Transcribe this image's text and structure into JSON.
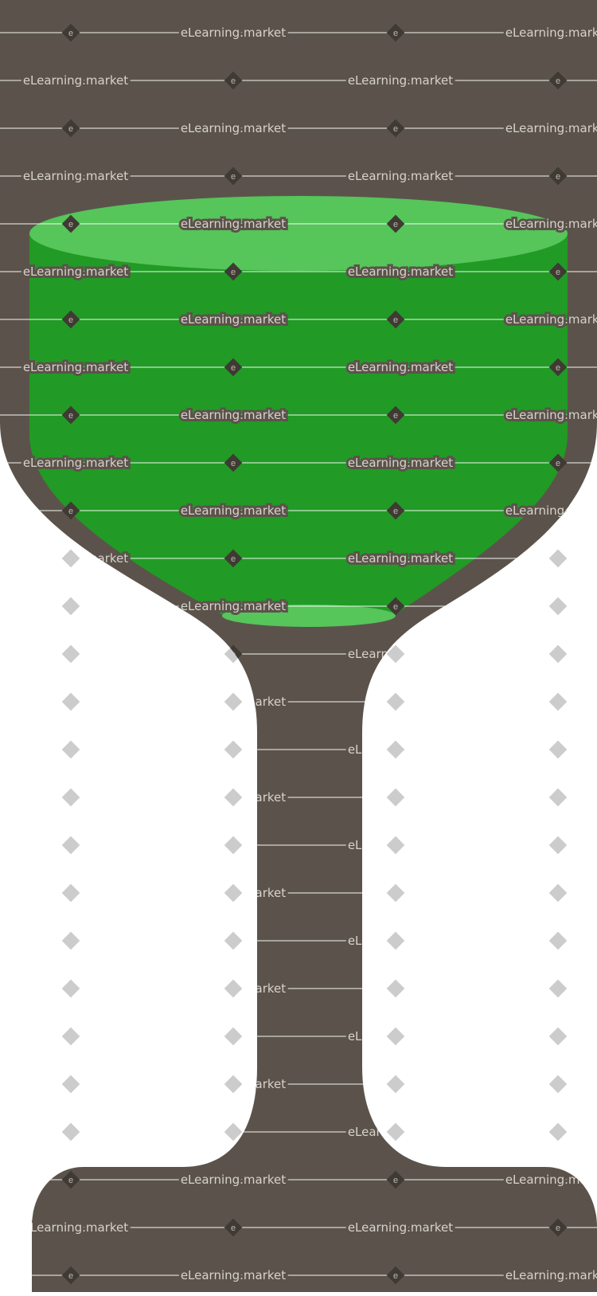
{
  "image": {
    "subject": "wine-glass-silhouette",
    "colors": {
      "glass_body": "#5b534b",
      "liquid": "#219b25",
      "liquid_surface": "#56c55a",
      "background": "#ffffff",
      "watermark_line": "#ffffff",
      "watermark_marker_on_dark": "#3f3a34",
      "watermark_marker_on_light": "#cccccc"
    }
  },
  "watermark": {
    "text": "eLearning.market",
    "marker_letter": "e"
  }
}
